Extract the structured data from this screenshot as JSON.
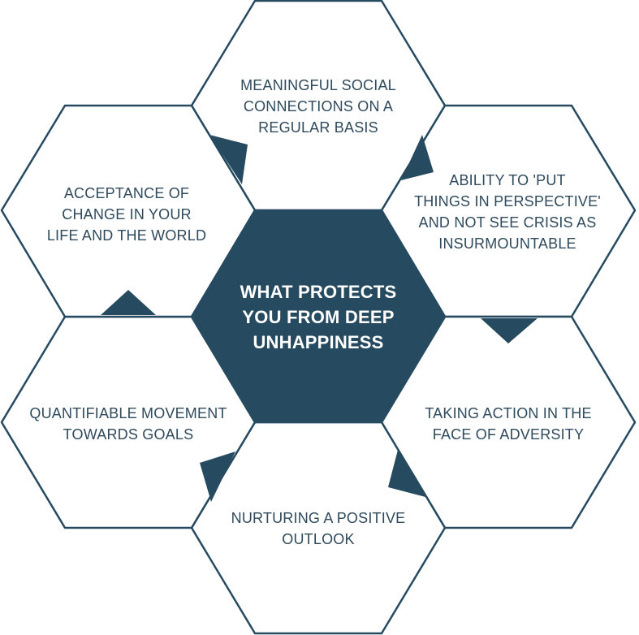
{
  "colors": {
    "accent": "#264a60",
    "outline": "#264a60",
    "text": "#2f4a5c",
    "background": "#ffffff"
  },
  "center": {
    "lines": [
      "WHAT PROTECTS",
      "YOU FROM DEEP",
      "UNHAPPINESS"
    ]
  },
  "hexagons": [
    {
      "lines": [
        "MEANINGFUL SOCIAL",
        "CONNECTIONS ON A",
        "REGULAR BASIS"
      ]
    },
    {
      "lines": [
        "ABILITY TO  'PUT",
        "THINGS IN PERSPECTIVE'",
        "AND NOT SEE CRISIS AS",
        "INSURMOUNTABLE"
      ]
    },
    {
      "lines": [
        "TAKING ACTION IN THE",
        "FACE OF ADVERSITY"
      ]
    },
    {
      "lines": [
        "NURTURING A POSITIVE",
        "OUTLOOK"
      ]
    },
    {
      "lines": [
        "QUANTIFIABLE MOVEMENT",
        "TOWARDS GOALS"
      ]
    },
    {
      "lines": [
        "ACCEPTANCE OF",
        "CHANGE IN YOUR",
        "LIFE AND THE WORLD"
      ]
    }
  ]
}
